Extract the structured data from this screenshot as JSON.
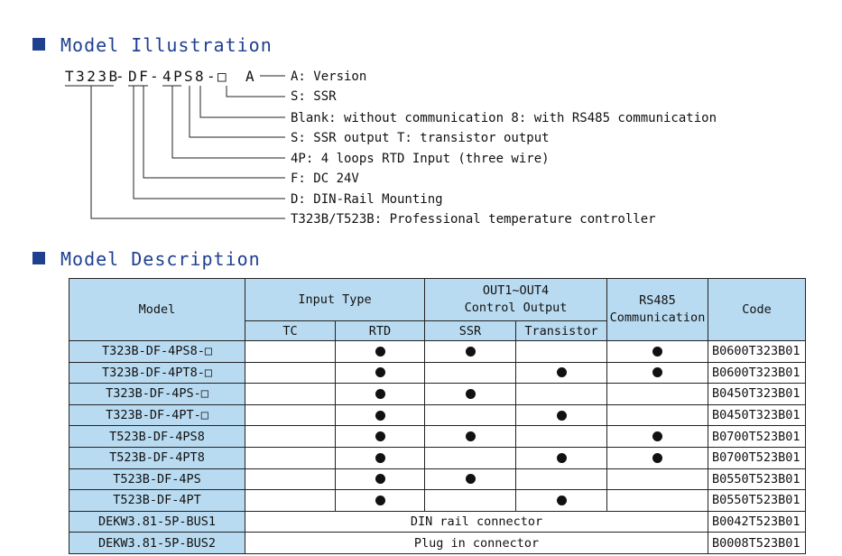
{
  "sections": {
    "illustration_title": "Model Illustration",
    "description_title": "Model Description"
  },
  "model_code": {
    "segments": [
      "T323B",
      "-",
      "DF",
      "-",
      "4P",
      "S",
      "8",
      "-",
      "□",
      "A"
    ],
    "explanations": [
      "A: Version",
      "S: SSR",
      "Blank: without communication 8: with RS485 communication",
      "S: SSR output T: transistor output",
      "4P: 4 loops RTD Input (three wire)",
      "F: DC 24V",
      "D: DIN-Rail Mounting",
      "T323B/T523B: Professional temperature controller"
    ]
  },
  "table": {
    "headers": {
      "model": "Model",
      "input_type": "Input Type",
      "out_line1": "OUT1~OUT4",
      "out_line2": "Control Output",
      "rs485_line1": "RS485",
      "rs485_line2": "Communication",
      "code": "Code",
      "tc": "TC",
      "rtd": "RTD",
      "ssr": "SSR",
      "transistor": "Transistor"
    },
    "dot_symbol": "●",
    "rows": [
      {
        "model": "T323B-DF-4PS8-□",
        "tc": false,
        "rtd": true,
        "ssr": true,
        "transistor": false,
        "rs485": true,
        "code": "B0600T323B01"
      },
      {
        "model": "T323B-DF-4PT8-□",
        "tc": false,
        "rtd": true,
        "ssr": false,
        "transistor": true,
        "rs485": true,
        "code": "B0600T323B01"
      },
      {
        "model": "T323B-DF-4PS-□",
        "tc": false,
        "rtd": true,
        "ssr": true,
        "transistor": false,
        "rs485": false,
        "code": "B0450T323B01"
      },
      {
        "model": "T323B-DF-4PT-□",
        "tc": false,
        "rtd": true,
        "ssr": false,
        "transistor": true,
        "rs485": false,
        "code": "B0450T323B01"
      },
      {
        "model": "T523B-DF-4PS8",
        "tc": false,
        "rtd": true,
        "ssr": true,
        "transistor": false,
        "rs485": true,
        "code": "B0700T523B01"
      },
      {
        "model": "T523B-DF-4PT8",
        "tc": false,
        "rtd": true,
        "ssr": false,
        "transistor": true,
        "rs485": true,
        "code": "B0700T523B01"
      },
      {
        "model": "T523B-DF-4PS",
        "tc": false,
        "rtd": true,
        "ssr": true,
        "transistor": false,
        "rs485": false,
        "code": "B0550T523B01"
      },
      {
        "model": "T523B-DF-4PT",
        "tc": false,
        "rtd": true,
        "ssr": false,
        "transistor": true,
        "rs485": false,
        "code": "B0550T523B01"
      }
    ],
    "accessory_rows": [
      {
        "model": "DEKW3.81-5P-BUS1",
        "description": "DIN rail connector",
        "code": "B0042T523B01"
      },
      {
        "model": "DEKW3.81-5P-BUS2",
        "description": "Plug in connector",
        "code": "B0008T523B01"
      }
    ]
  },
  "colors": {
    "title": "#1f3f8f",
    "header_bg": "#b9dbf1",
    "line": "#222222",
    "dot": "#111111"
  }
}
